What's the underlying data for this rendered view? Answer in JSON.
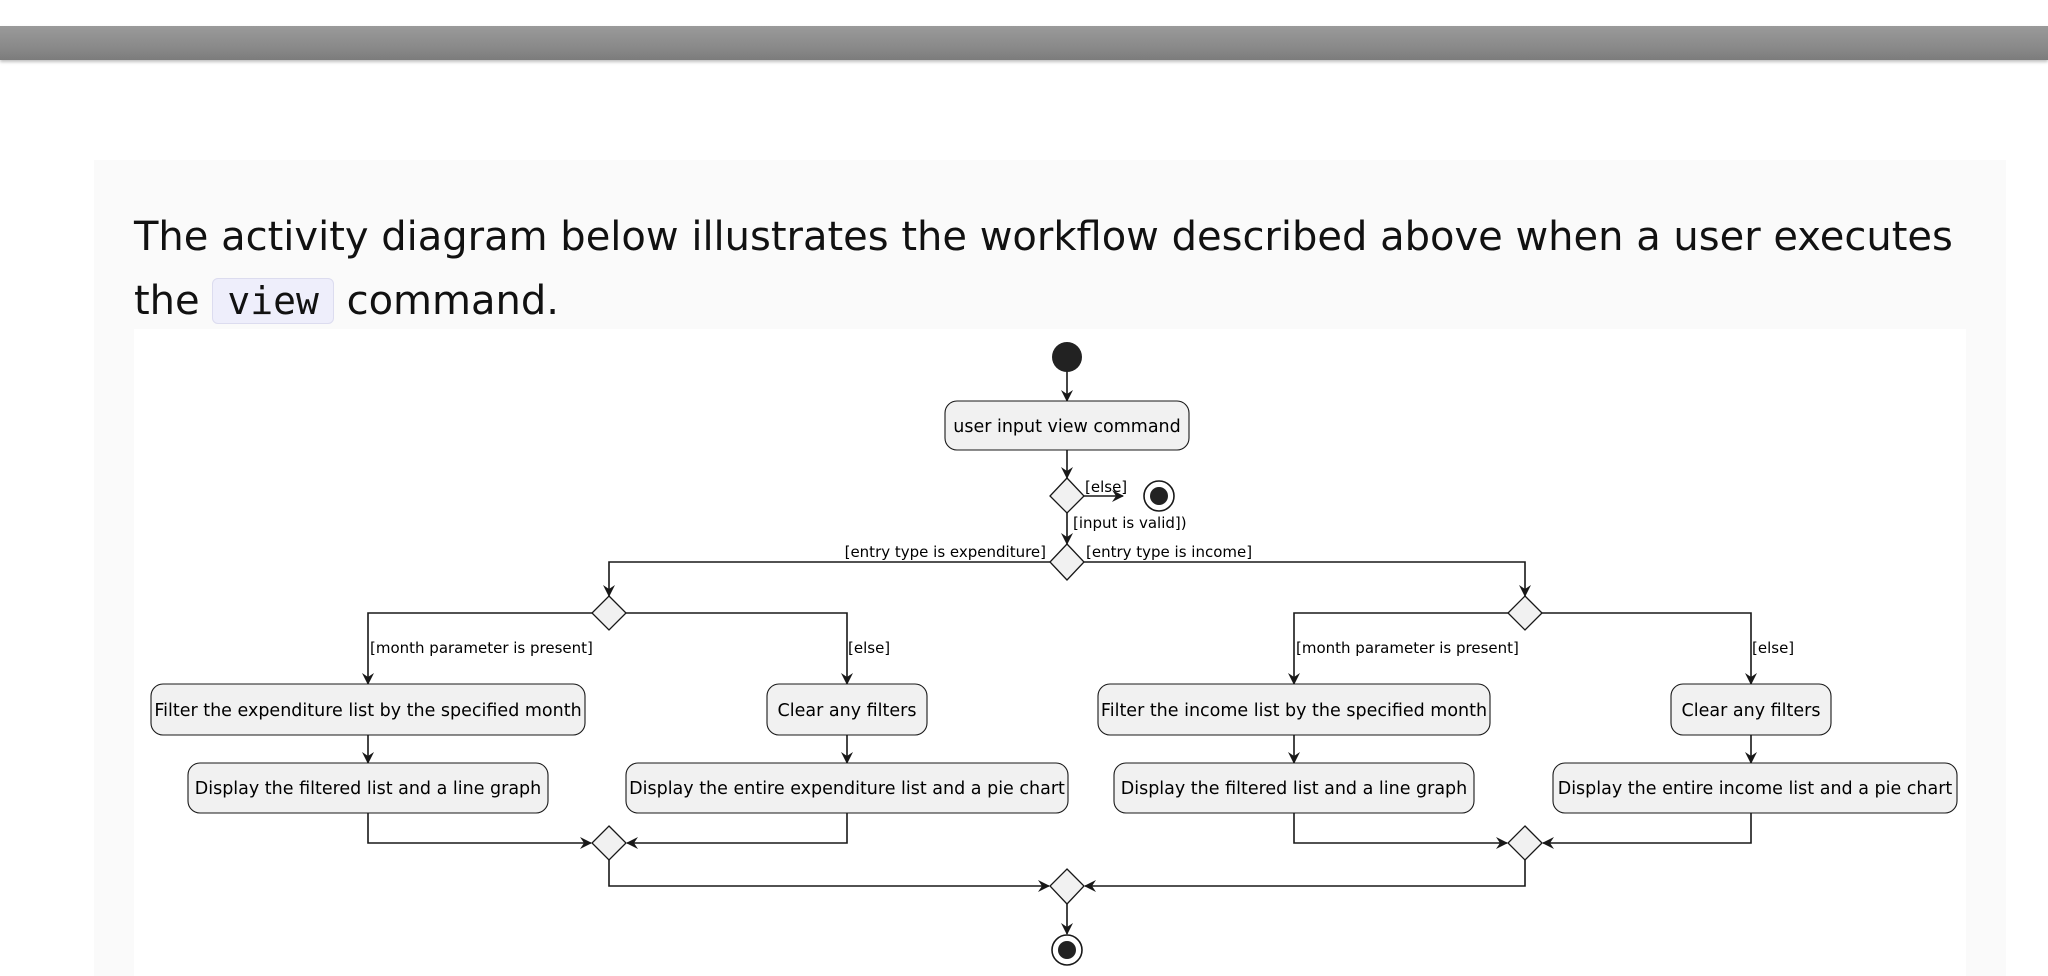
{
  "intro": {
    "before": "The activity diagram below illustrates the workflow described above when a user executes the ",
    "code": "view",
    "after": " command."
  },
  "diagram": {
    "nodes": {
      "input": "user input view command",
      "filter_exp": "Filter the expenditure list by the specified month",
      "display_exp_line": "Display the filtered list and a line graph",
      "clear_exp": "Clear any filters",
      "display_exp_pie": "Display the entire expenditure list and a pie chart",
      "filter_inc": "Filter the income list by the specified month",
      "display_inc_line": "Display the filtered list and a line graph",
      "clear_inc": "Clear any filters",
      "display_inc_pie": "Display the entire income list and a pie chart"
    },
    "guards": {
      "else_end": "[else]",
      "valid": "[input is valid])",
      "exp": "[entry type is expenditure]",
      "inc": "[entry type is income]",
      "month_exp": "[month parameter is present]",
      "else_exp": "[else]",
      "month_inc": "[month parameter is present]",
      "else_inc": "[else]"
    }
  }
}
